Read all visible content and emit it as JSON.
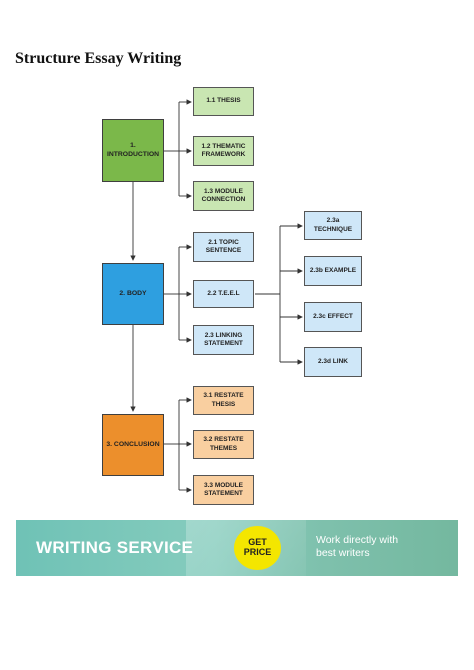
{
  "page": {
    "title": "Structure Essay Writing"
  },
  "diagram": {
    "main": {
      "introduction": "1. INTRODUCTION",
      "body": "2. BODY",
      "conclusion": "3. CONCLUSION"
    },
    "introduction_items": [
      "1.1 THESIS",
      "1.2 THEMATIC FRAMEWORK",
      "1.3 MODULE CONNECTION"
    ],
    "body_items": [
      "2.1 TOPIC SENTENCE",
      "2.2 T.E.E.L",
      "2.3 LINKING STATEMENT"
    ],
    "teel_items": [
      "2.3a TECHNIQUE",
      "2.3b EXAMPLE",
      "2.3c EFFECT",
      "2.3d LINK"
    ],
    "conclusion_items": [
      "3.1 RESTATE THESIS",
      "3.2 RESTATE THEMES",
      "3.3 MODULE STATEMENT"
    ],
    "colors": {
      "introduction": "#7bb84a",
      "body": "#2e9fe0",
      "conclusion": "#ec8f2c"
    }
  },
  "banner": {
    "title": "WRITING SERVICE",
    "button_line1": "GET",
    "button_line2": "PRICE",
    "text_line1": "Work directly with",
    "text_line2": "best writers"
  }
}
